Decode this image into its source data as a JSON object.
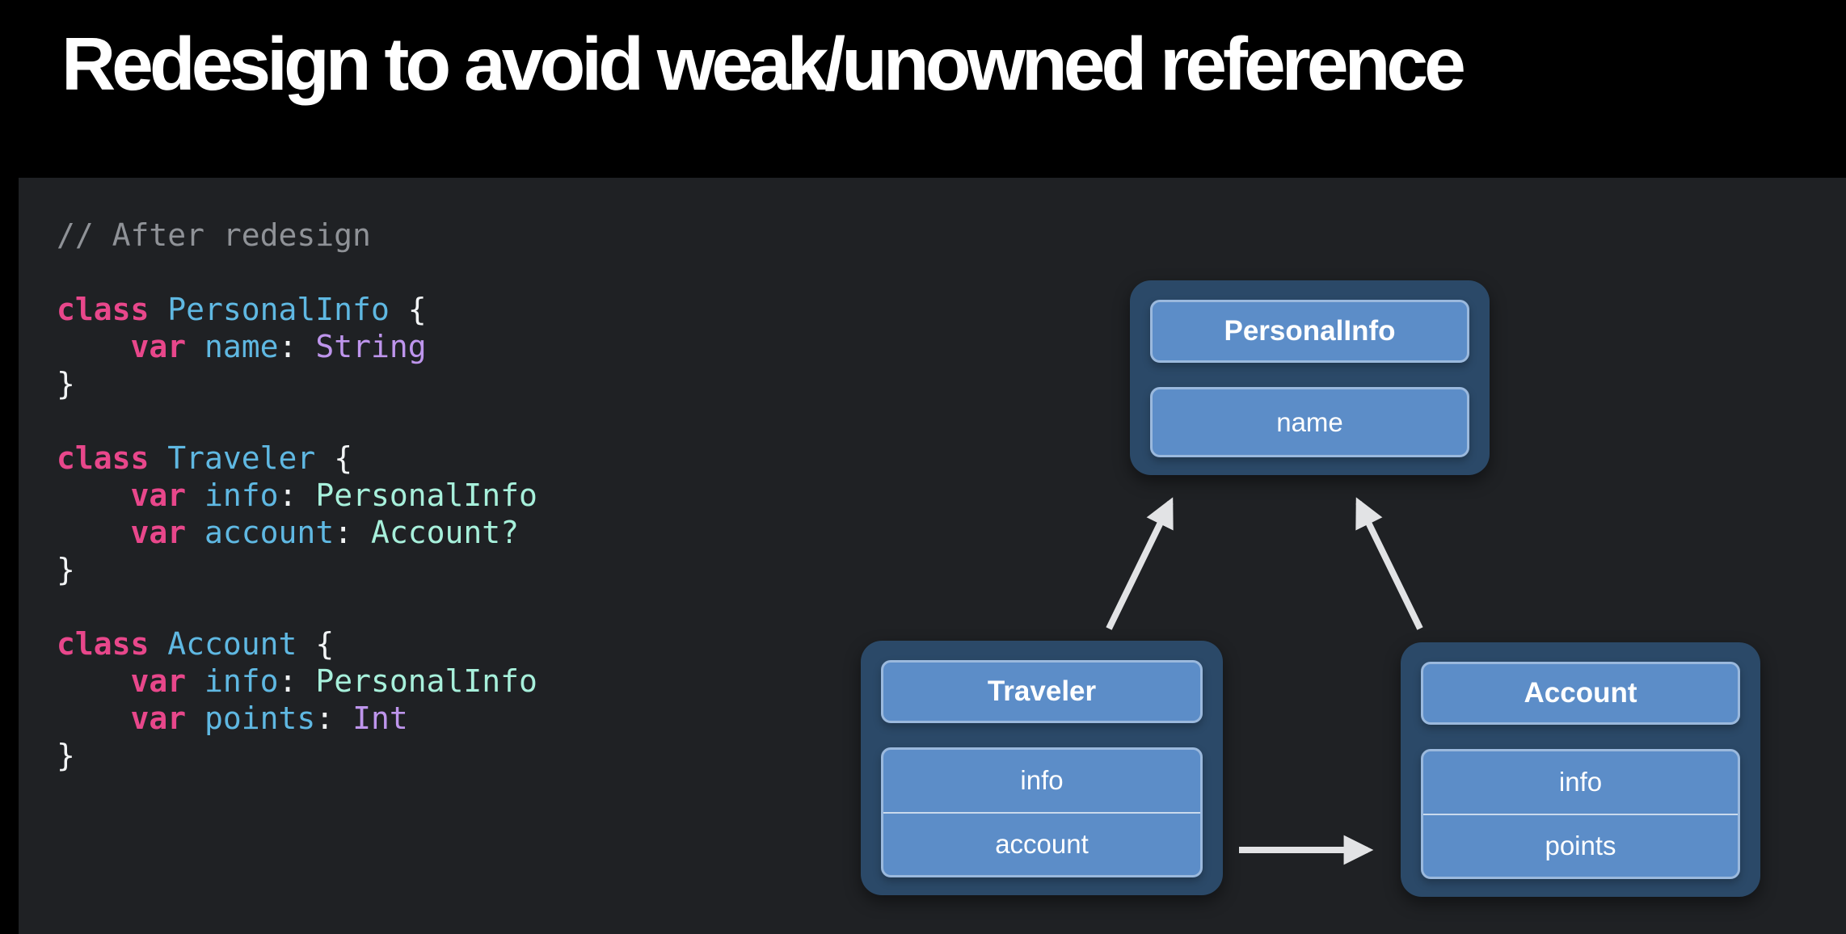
{
  "slide": {
    "title": "Redesign to avoid weak/unowned reference"
  },
  "code": {
    "colors": {
      "keyword": "#E8478B",
      "decl": "#5FB8E2",
      "type": "#A7F0DB",
      "stdtype": "#BE95EC",
      "plain": "#F2F4F5",
      "comment": "#8F9297"
    },
    "lines": [
      [
        {
          "t": "// After redesign",
          "s": "comment"
        }
      ],
      [],
      [
        {
          "t": "class",
          "s": "keyword"
        },
        {
          "t": " ",
          "s": "plain"
        },
        {
          "t": "PersonalInfo",
          "s": "decl"
        },
        {
          "t": " {",
          "s": "plain"
        }
      ],
      [
        {
          "t": "    ",
          "s": "plain"
        },
        {
          "t": "var",
          "s": "keyword"
        },
        {
          "t": " ",
          "s": "plain"
        },
        {
          "t": "name",
          "s": "decl"
        },
        {
          "t": ": ",
          "s": "plain"
        },
        {
          "t": "String",
          "s": "stdtype"
        }
      ],
      [
        {
          "t": "}",
          "s": "plain"
        }
      ],
      [],
      [
        {
          "t": "class",
          "s": "keyword"
        },
        {
          "t": " ",
          "s": "plain"
        },
        {
          "t": "Traveler",
          "s": "decl"
        },
        {
          "t": " {",
          "s": "plain"
        }
      ],
      [
        {
          "t": "    ",
          "s": "plain"
        },
        {
          "t": "var",
          "s": "keyword"
        },
        {
          "t": " ",
          "s": "plain"
        },
        {
          "t": "info",
          "s": "decl"
        },
        {
          "t": ": ",
          "s": "plain"
        },
        {
          "t": "PersonalInfo",
          "s": "type"
        }
      ],
      [
        {
          "t": "    ",
          "s": "plain"
        },
        {
          "t": "var",
          "s": "keyword"
        },
        {
          "t": " ",
          "s": "plain"
        },
        {
          "t": "account",
          "s": "decl"
        },
        {
          "t": ": ",
          "s": "plain"
        },
        {
          "t": "Account?",
          "s": "type"
        }
      ],
      [
        {
          "t": "}",
          "s": "plain"
        }
      ],
      [],
      [
        {
          "t": "class",
          "s": "keyword"
        },
        {
          "t": " ",
          "s": "plain"
        },
        {
          "t": "Account",
          "s": "decl"
        },
        {
          "t": " {",
          "s": "plain"
        }
      ],
      [
        {
          "t": "    ",
          "s": "plain"
        },
        {
          "t": "var",
          "s": "keyword"
        },
        {
          "t": " ",
          "s": "plain"
        },
        {
          "t": "info",
          "s": "decl"
        },
        {
          "t": ": ",
          "s": "plain"
        },
        {
          "t": "PersonalInfo",
          "s": "type"
        }
      ],
      [
        {
          "t": "    ",
          "s": "plain"
        },
        {
          "t": "var",
          "s": "keyword"
        },
        {
          "t": " ",
          "s": "plain"
        },
        {
          "t": "points",
          "s": "decl"
        },
        {
          "t": ": ",
          "s": "plain"
        },
        {
          "t": "Int",
          "s": "stdtype"
        }
      ],
      [
        {
          "t": "}",
          "s": "plain"
        }
      ]
    ]
  },
  "diagram": {
    "nodes": [
      {
        "id": "personalinfo",
        "title": "PersonalInfo",
        "fields": [
          "name"
        ]
      },
      {
        "id": "traveler",
        "title": "Traveler",
        "fields": [
          "info",
          "account"
        ]
      },
      {
        "id": "account",
        "title": "Account",
        "fields": [
          "info",
          "points"
        ]
      }
    ],
    "edges": [
      {
        "from": "Traveler",
        "to": "PersonalInfo"
      },
      {
        "from": "Account",
        "to": "PersonalInfo"
      },
      {
        "from": "Traveler.account",
        "to": "Account"
      }
    ],
    "colors": {
      "node_bg": "#2B4968",
      "cell_bg": "#5C8DC8",
      "cell_border": "#9BB9DD",
      "arrow": "#E2E3E5",
      "text": "#FFFFFF"
    }
  }
}
